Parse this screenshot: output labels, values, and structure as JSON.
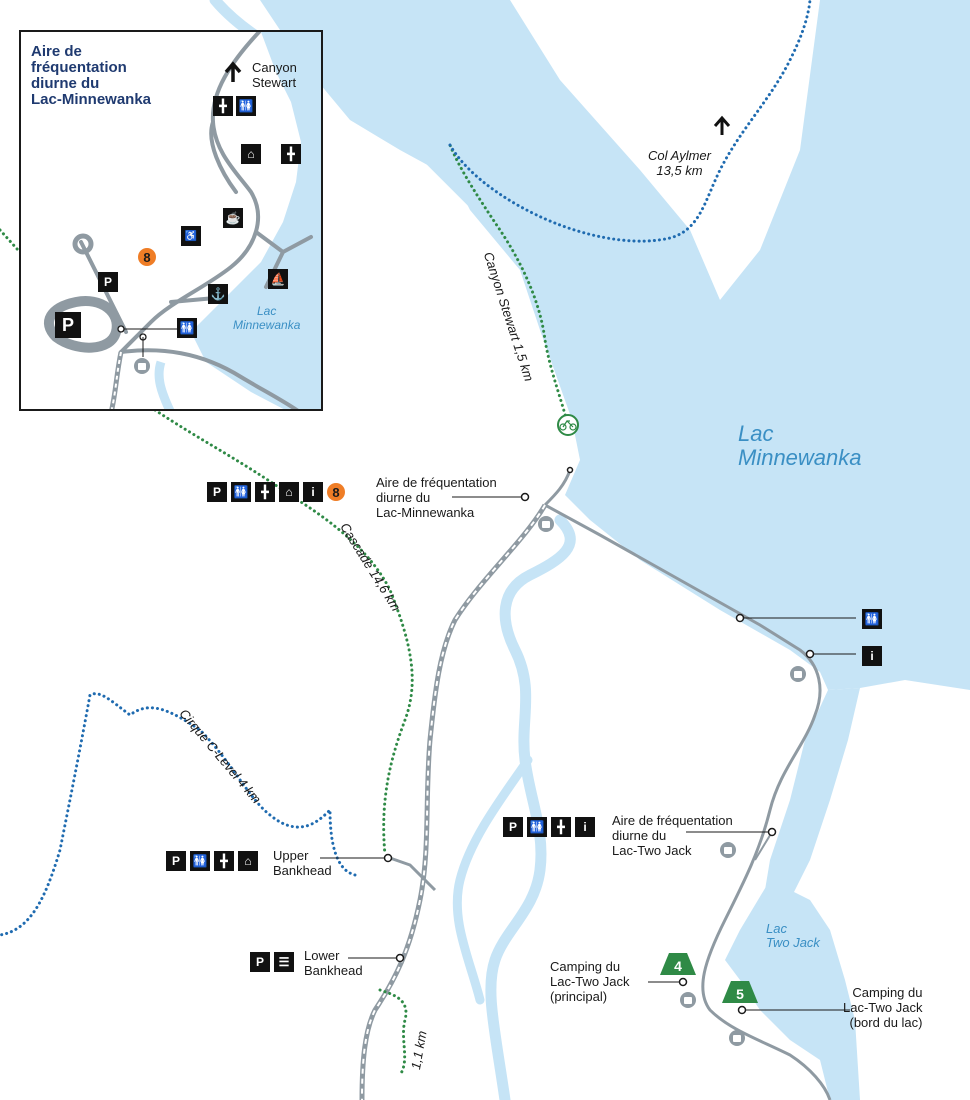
{
  "colors": {
    "water": "#c6e4f6",
    "road": "#8f9aa2",
    "trail_green": "#2f8a46",
    "trail_blue": "#1f6bb0",
    "lake_label": "#3a8fc4",
    "title": "#1f3a70",
    "accent": "#ef7d26",
    "campground": "#2f8a46"
  },
  "inset": {
    "title_lines": [
      "Aire de",
      "fréquentation",
      "diurne du",
      "Lac-Minnewanka"
    ],
    "canyon_lines": [
      "Canyon",
      "Stewart"
    ],
    "lake_lines": [
      "Lac",
      "Minnewanka"
    ],
    "number": "8",
    "parking_symbol": "P",
    "small_parking_symbol": "P"
  },
  "labels": {
    "col_aylmer": [
      "Col Aylmer",
      "13,5 km"
    ],
    "canyon_trail": "Canyon Stewart 1,5 km",
    "cascade_trail": "Cascade 14,6 km",
    "cirque_trail": "Cirque C-Level 4 km",
    "km_11": "1,1 km",
    "lake_minnewanka": [
      "Lac",
      "Minnewanka"
    ],
    "lake_two_jack": [
      "Lac",
      "Two Jack"
    ],
    "minnewanka_day_use": [
      "Aire de fréquentation",
      "diurne du",
      "Lac-Minnewanka"
    ],
    "minnewanka_number": "8",
    "two_jack_day_use": [
      "Aire de fréquentation",
      "diurne du",
      "Lac-Two Jack"
    ],
    "upper_bankhead": [
      "Upper",
      "Bankhead"
    ],
    "lower_bankhead": [
      "Lower",
      "Bankhead"
    ],
    "camp_main": [
      "Camping du",
      "Lac-Two Jack",
      "(principal)"
    ],
    "camp_lakeside": [
      "Camping du",
      "Lac-Two Jack",
      "(bord du lac)"
    ],
    "camp_main_number": "4",
    "camp_lakeside_number": "5",
    "parking_symbol": "P"
  }
}
